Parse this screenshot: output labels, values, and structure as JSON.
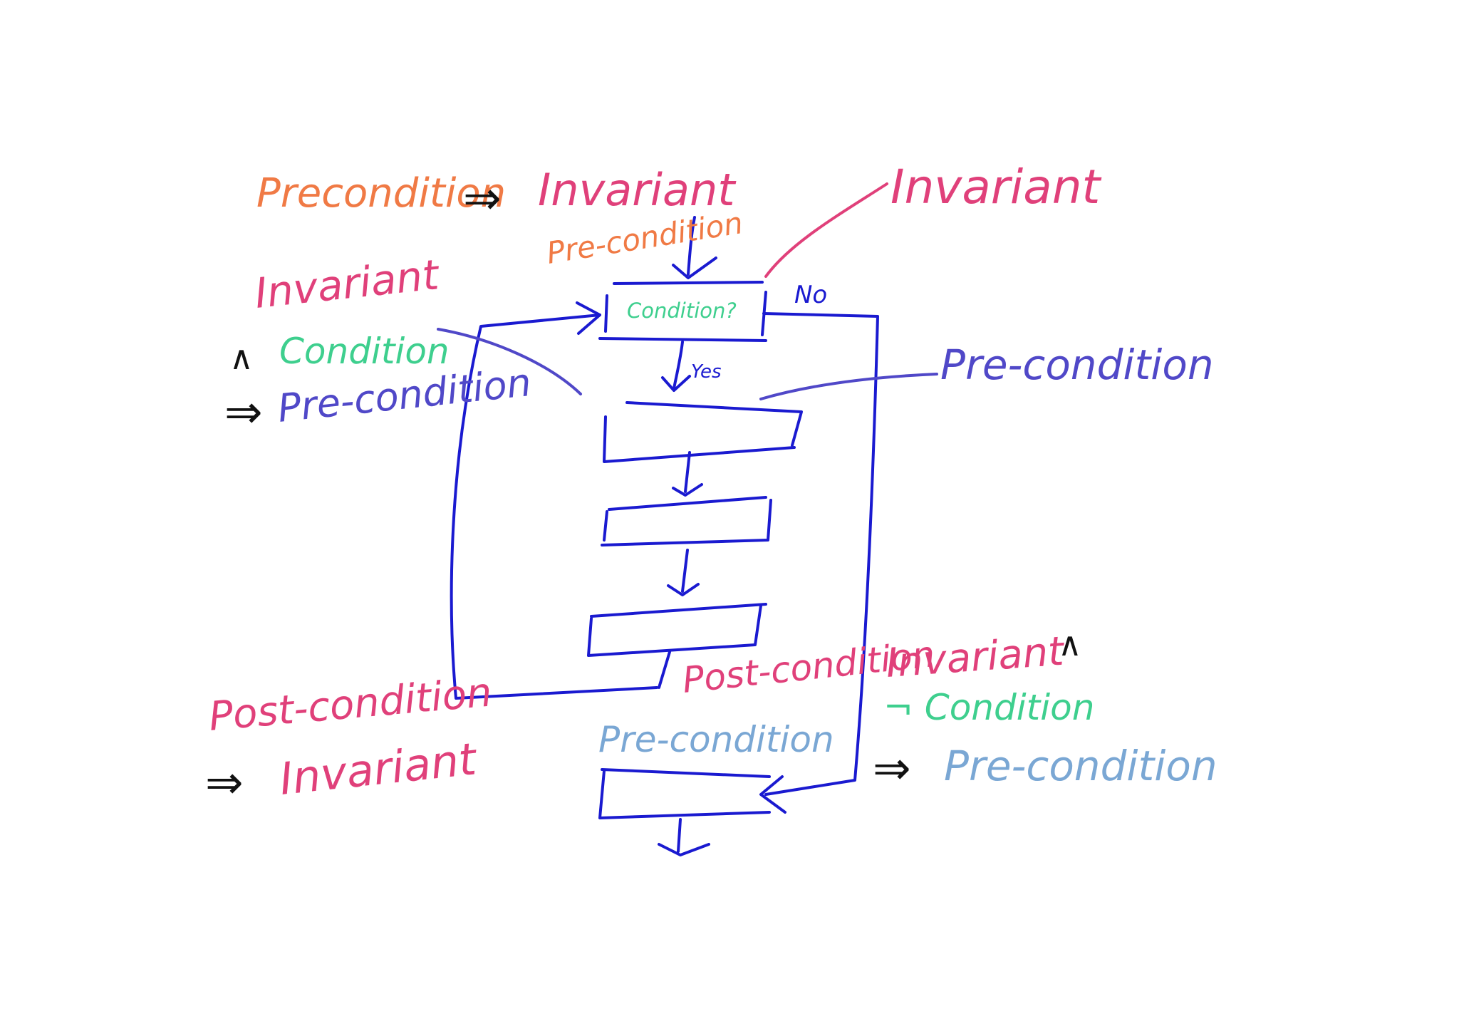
{
  "colors": {
    "flow_blue": "#1a1ad0",
    "precondition_orange": "#f07a45",
    "invariant_pink": "#e0407a",
    "condition_green": "#3ecf8e",
    "precondition_purple": "#5048c8",
    "precondition_lightblue": "#7aa7d4",
    "black": "#111111"
  },
  "diagram": {
    "decision_label": "Condition?",
    "yes_label": "Yes",
    "no_label": "No"
  },
  "annotations": {
    "top_left_precondition": "Precondition",
    "top_left_invariant": "Invariant",
    "above_decision_precondition": "Pre-condition",
    "top_right_invariant": "Invariant",
    "left_invariant": "Invariant",
    "left_and": "∧",
    "left_condition": "Condition",
    "left_implies": "⇒",
    "left_precondition": "Pre-condition",
    "right_precondition": "Pre-condition",
    "mid_postcondition": "Post-condition",
    "right_invariant": "Invariant",
    "right_and": "∧",
    "right_not_condition": "¬ Condition",
    "right_implies": "⇒",
    "right_precondition_after": "Pre-condition",
    "bottom_left_postcondition": "Post-condition",
    "bottom_left_implies": "⇒",
    "bottom_left_invariant": "Invariant",
    "bottom_precondition": "Pre-condition",
    "top_implies": "⇒"
  }
}
